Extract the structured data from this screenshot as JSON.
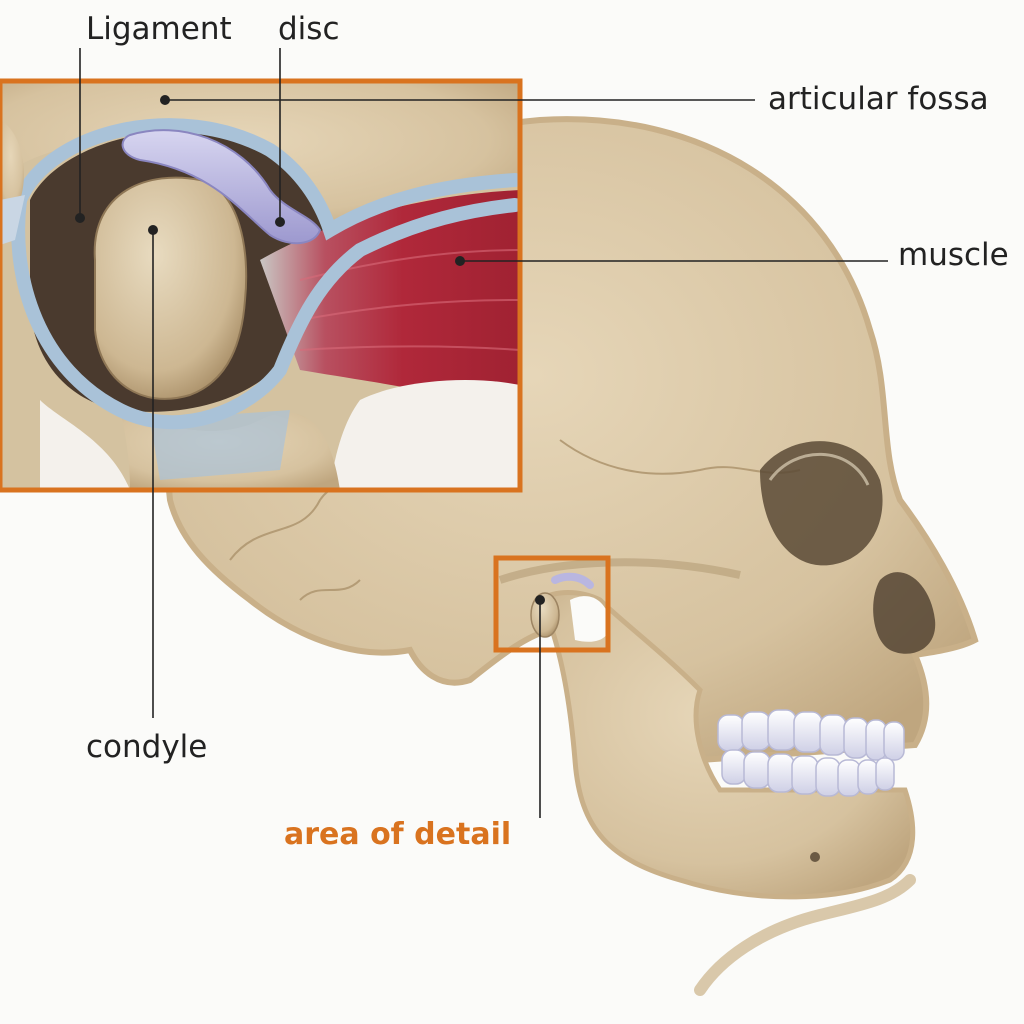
{
  "diagram": {
    "labels": {
      "ligament": "Ligament",
      "disc": "disc",
      "articular_fossa": "articular fossa",
      "muscle": "muscle",
      "condyle": "condyle",
      "area_of_detail": "area of detail"
    }
  },
  "colors": {
    "accent": "#d9731f",
    "bone": "#dcc9a8",
    "bone_shadow": "#b9a27c",
    "muscle": "#b0283a",
    "disc": "#b9b6e0",
    "ligament": "#a9c2d8",
    "leader": "#222222"
  },
  "icons": [
    "skull-illustration",
    "mandible-illustration",
    "teeth-illustration",
    "condyle-illustration",
    "articular-disc-illustration",
    "muscle-illustration",
    "ligament-capsule-illustration"
  ]
}
